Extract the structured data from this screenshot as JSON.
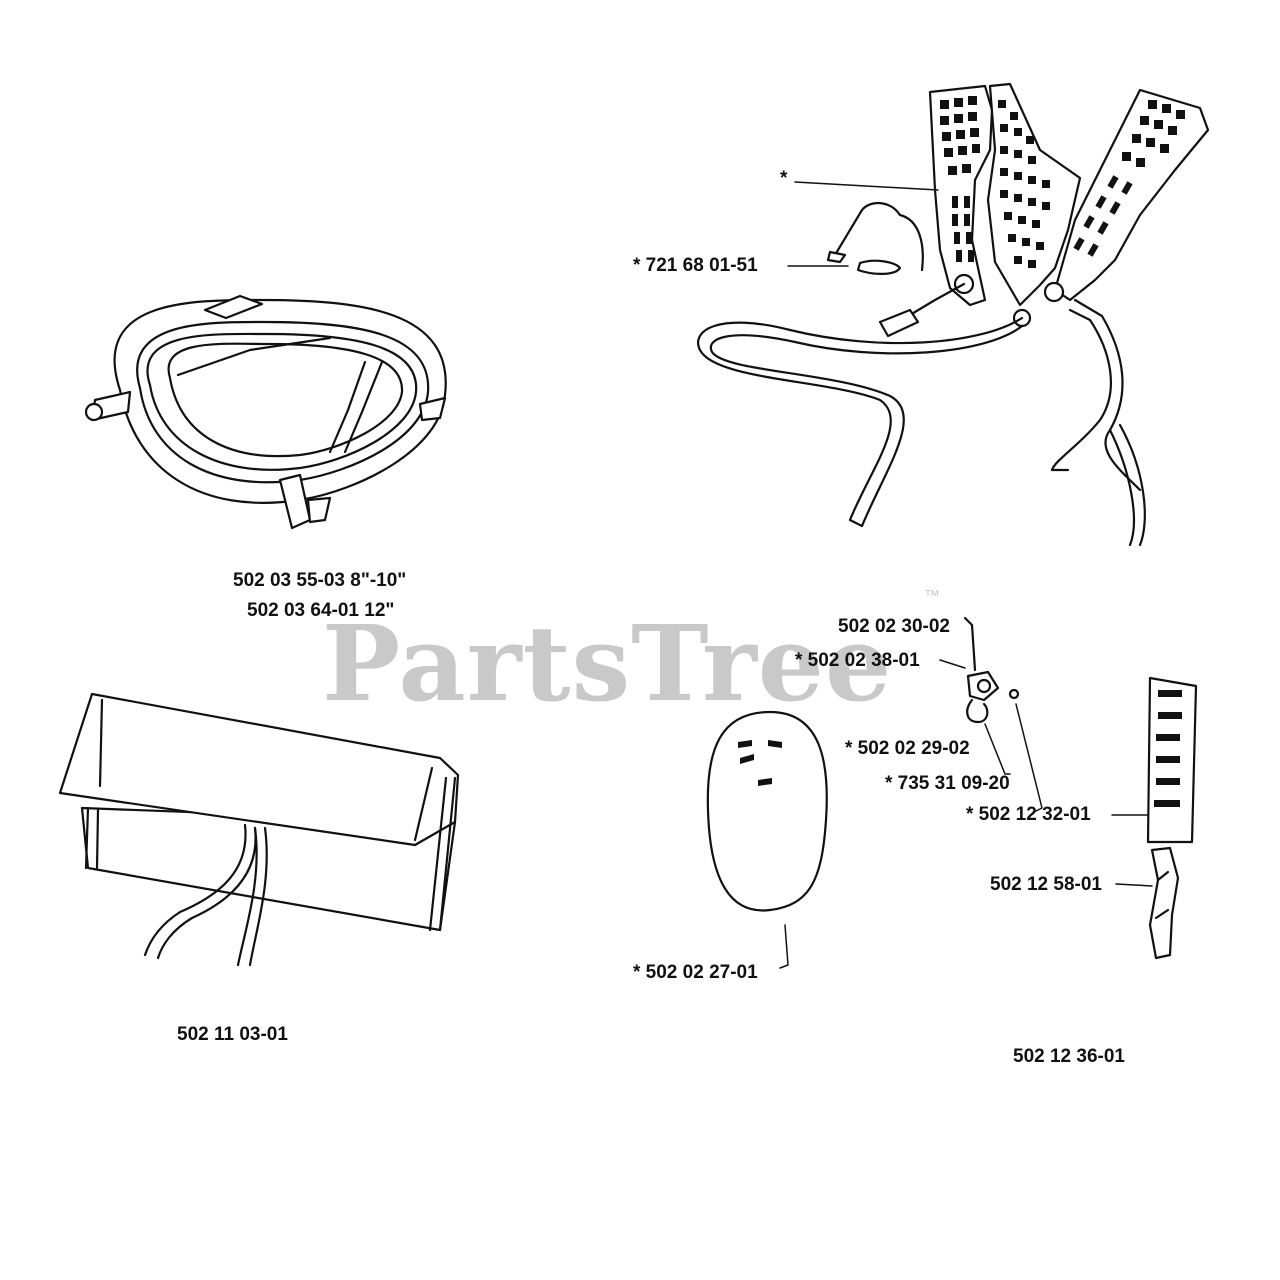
{
  "watermark": {
    "text": "PartsTree",
    "tm": "™",
    "color": "#c9c9c9"
  },
  "labels": {
    "harness_star": "*",
    "harness_snap": "* 721 68 01-51",
    "ring_a": "502 03 55-03 8\"-10\"",
    "ring_b": "502 03 64-01 12\"",
    "bag": "502 11 03-01",
    "kit_a": "502 02 30-02",
    "kit_b": "* 502 02 38-01",
    "kit_c": "* 502 02 29-02",
    "kit_d": "* 735 31 09-20",
    "pad": "* 502 02 27-01",
    "strap_a": "* 502 12 32-01",
    "strap_b": "502 12 58-01",
    "strap_set": "502 12 36-01"
  },
  "icons": [
    "harness-icon",
    "guard-ring-icon",
    "bag-icon",
    "hip-pad-icon",
    "buckle-kit-icon",
    "strap-icon"
  ]
}
